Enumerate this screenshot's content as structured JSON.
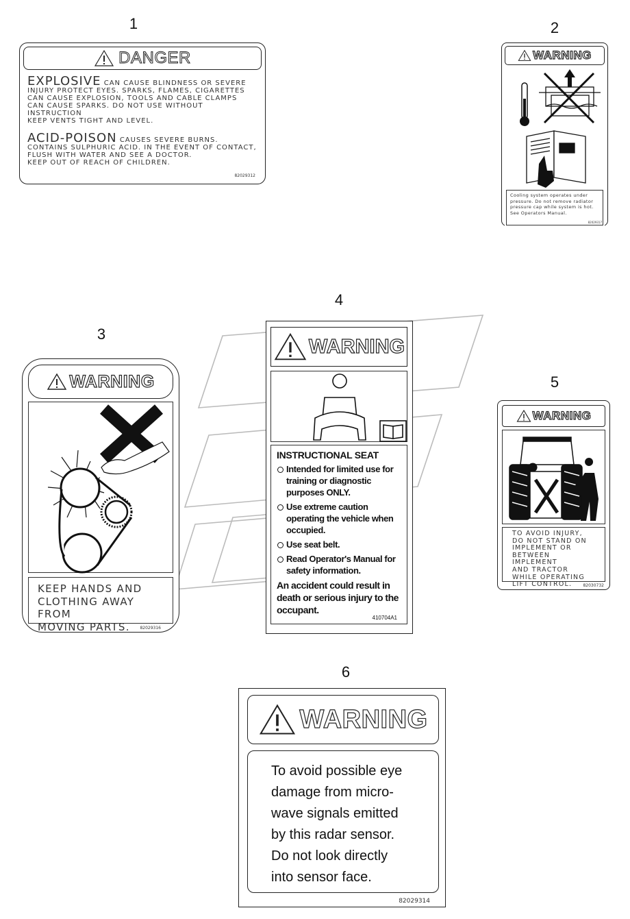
{
  "numbers": [
    "1",
    "2",
    "3",
    "4",
    "5",
    "6"
  ],
  "decal1": {
    "header": "DANGER",
    "explosive_title": "EXPLOSIVE",
    "explosive_line1_rest": "CAN CAUSE BLINDNESS OR SEVERE",
    "explosive_lines": [
      "INJURY PROTECT EYES. SPARKS, FLAMES, CIGARETTES",
      "CAN CAUSE EXPLOSION, TOOLS AND CABLE CLAMPS",
      "CAN CAUSE SPARKS. DO NOT USE WITHOUT INSTRUCTION",
      "KEEP VENTS TIGHT AND LEVEL."
    ],
    "acid_title": "ACID-POISON",
    "acid_line1_rest": "CAUSES SEVERE BURNS.",
    "acid_lines": [
      "CONTAINS SULPHURIC ACID. IN THE EVENT OF CONTACT,",
      "FLUSH WITH WATER AND SEE A DOCTOR.",
      "KEEP OUT OF REACH OF CHILDREN."
    ],
    "code": "82029312"
  },
  "decal2": {
    "header": "WARNING",
    "text_lines": [
      "Cooling system operates under",
      "pressure. Do not remove radiator",
      "pressure cap while system is hot.",
      "See Operators Manual."
    ],
    "code": "82029317"
  },
  "decal3": {
    "header": "WARNING",
    "text_lines": [
      "KEEP HANDS AND",
      "CLOTHING AWAY FROM",
      "MOVING PARTS."
    ],
    "code": "82029316"
  },
  "decal4": {
    "header": "WARNING",
    "title": "INSTRUCTIONAL SEAT",
    "bullets": [
      "Intended for limited use for training or diagnostic purposes ONLY.",
      "Use extreme caution operating the vehicle when occupied.",
      "Use seat belt.",
      "Read Operator's Manual for safety information."
    ],
    "accident": "An accident could result in death or serious injury to the occupant.",
    "code": "410704A1"
  },
  "decal5": {
    "header": "WARNING",
    "text_lines": [
      "TO AVOID INJURY,",
      "DO NOT STAND ON",
      "IMPLEMENT OR",
      "BETWEEN IMPLEMENT",
      "AND TRACTOR",
      "WHILE OPERATING",
      "LIFT CONTROL."
    ],
    "code": "82030732"
  },
  "decal6": {
    "header": "WARNING",
    "text_lines": [
      "To avoid possible eye",
      "damage from micro-",
      "wave signals emitted",
      "by this radar sensor.",
      "Do not look directly",
      "into sensor face."
    ],
    "code": "82029314"
  },
  "icons": [
    "warning-triangle-icon",
    "thermometer-icon",
    "radiator-cap-icon",
    "manual-book-icon",
    "pointing-hand-icon",
    "fan-belt-icon",
    "seat-person-icon",
    "tractor-icon",
    "prohibited-x-icon"
  ]
}
